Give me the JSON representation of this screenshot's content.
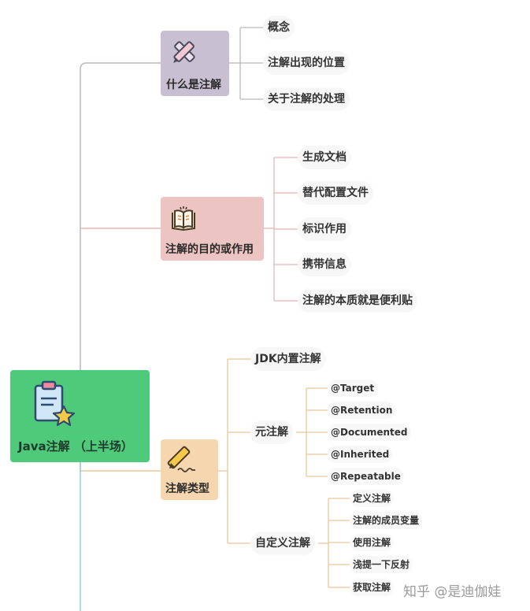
{
  "root": {
    "title": "Java注解  （上半场）",
    "icon": "clipboard-star-icon",
    "color": "#4fc97a"
  },
  "branches": [
    {
      "title": "什么是注解",
      "icon": "pencil-ruler-icon",
      "color": "#c9bfd2",
      "children": [
        "概念",
        "注解出现的位置",
        "关于注解的处理"
      ]
    },
    {
      "title": "注解的目的或作用",
      "icon": "open-book-icon",
      "color": "#ecc4c1",
      "children": [
        "生成文档",
        "替代配置文件",
        "标识作用",
        "携带信息",
        "注解的本质就是便利贴"
      ]
    },
    {
      "title": "注解类型",
      "icon": "pencil-writing-icon",
      "color": "#f5d6ae",
      "children": [
        {
          "label": "JDK内置注解",
          "children": []
        },
        {
          "label": "元注解",
          "children": [
            "@Target",
            "@Retention",
            "@Documented",
            "@Inherited",
            "@Repeatable"
          ]
        },
        {
          "label": "自定义注解",
          "children": [
            "定义注解",
            "注解的成员变量",
            "使用注解",
            "浅提一下反射",
            "获取注解"
          ]
        }
      ]
    }
  ],
  "watermark": "知乎 @是迪伽娃",
  "colors": {
    "line_gray": "#b9b9b9",
    "line_pink": "#e8b4b0",
    "line_tan": "#e9c79a",
    "line_teal": "#8fd0d6"
  }
}
